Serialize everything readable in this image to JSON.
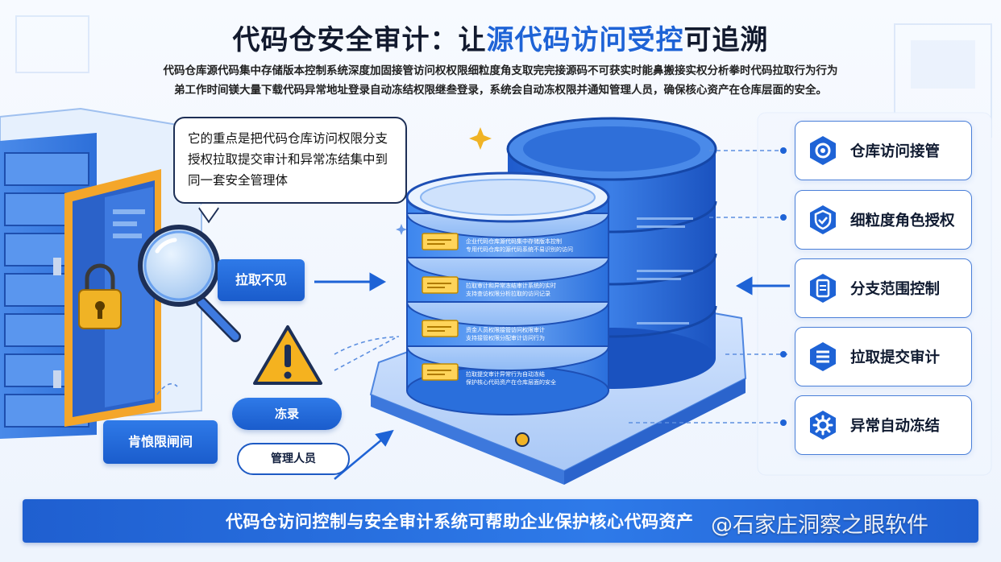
{
  "header": {
    "title_prefix": "代码仓安全审计：让",
    "title_accent": "源代码访问受控",
    "title_suffix": "可追溯",
    "description_line1": "代码仓库源代码集中存储版本控制系统深度加固接管访问权权限细粒度角支取完完接源码不可获实时能鼻搬接实权分析拳时代码拉取行为行为",
    "description_line2": "弟工作时间镁大量下载代码异常地址登录自动冻结权限继叁登录，系统会自动冻权限并通知管理人员，确保核心资产在仓库层面的安全。"
  },
  "bubble": {
    "text": "它的重点是把代码仓库访问权限分支授权拉取提交审计和异常冻结集中到同一套安全管理体"
  },
  "labels": {
    "pull": "拉取不见",
    "freeze": "冻录",
    "access": "肯悢限闸间",
    "admin": "管理人员"
  },
  "disk_texts": [
    [
      "企业代码仓库源代码集中存储版本控制",
      "专用代码仓库的源代码系统不易识别的访问"
    ],
    [
      "拉取审计和异常冻结审计系统的实时",
      "支持查访权限分析拉取的访问记录"
    ],
    [
      "资金人员权限接管访问权限审计",
      "支持接管权限分配审计访问行为"
    ],
    [
      "拉取提交审计异常行为自动冻结",
      "保护核心代码资产在仓库层面的安全"
    ]
  ],
  "cards": [
    {
      "label": "仓库访问接管",
      "icon": "eye-icon"
    },
    {
      "label": "细粒度角色授权",
      "icon": "shield-check-icon"
    },
    {
      "label": "分支范围控制",
      "icon": "document-icon"
    },
    {
      "label": "拉取提交审计",
      "icon": "list-icon"
    },
    {
      "label": "异常自动冻结",
      "icon": "gear-icon"
    }
  ],
  "banner": {
    "text": "代码仓访问控制与安全审计系统可帮助企业保护核心代码资产",
    "watermark": "@石家庄洞察之眼软件"
  },
  "colors": {
    "primary": "#1e63d6",
    "dark_navy": "#1d2f56",
    "warning": "#f5b21f",
    "lock": "#f0b325"
  }
}
